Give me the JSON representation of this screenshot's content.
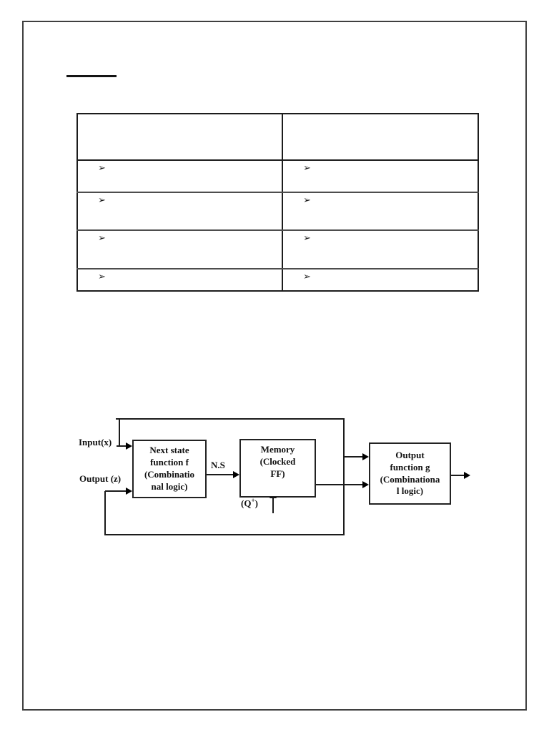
{
  "page": {
    "background": "#ffffff",
    "border_color": "#3f3f3f",
    "line_color": "#1b1b1b"
  },
  "table": {
    "bullet_icon": "arrowhead-bullet",
    "header": [
      "",
      ""
    ],
    "rows": [
      [
        "➢",
        "➢"
      ],
      [
        "➢",
        "➢"
      ],
      [
        "➢",
        "➢"
      ],
      [
        "➢",
        "➢"
      ]
    ]
  },
  "diagram": {
    "labels": {
      "input": "Input(x)",
      "output": "Output (z)",
      "next_state_signal": "N.S",
      "q_open": "(Q",
      "q_sup": "+",
      "q_close": ")"
    },
    "boxes": {
      "next_state_function": "Next state\nfunction f\n(Combinatio\nnal logic)",
      "memory": "Memory\n(Clocked\nFF)",
      "output_function": "Output\nfunction g\n(Combinationa\nl logic)"
    }
  }
}
